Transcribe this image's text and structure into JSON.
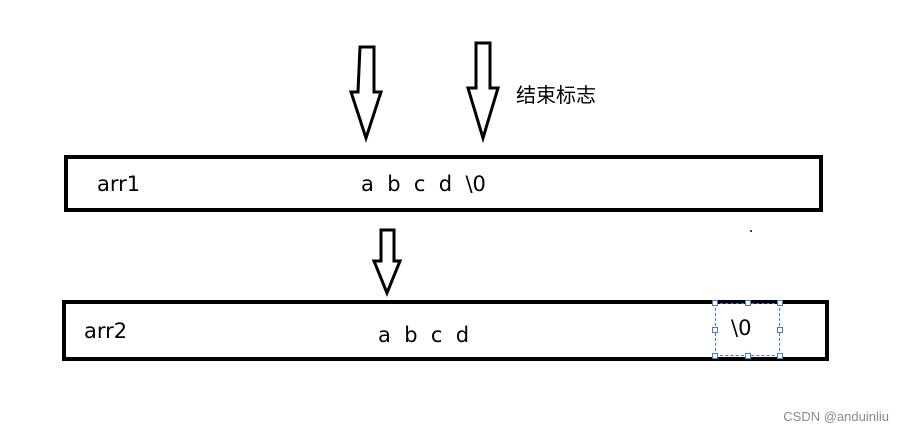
{
  "annotations": {
    "end_marker": "结束标志"
  },
  "arr1": {
    "name": "arr1",
    "contents": "a  b  c  d  \\0"
  },
  "arr2": {
    "name": "arr2",
    "contents": "a  b  c  d",
    "terminator": "\\0"
  },
  "watermark": "CSDN @anduinliu"
}
